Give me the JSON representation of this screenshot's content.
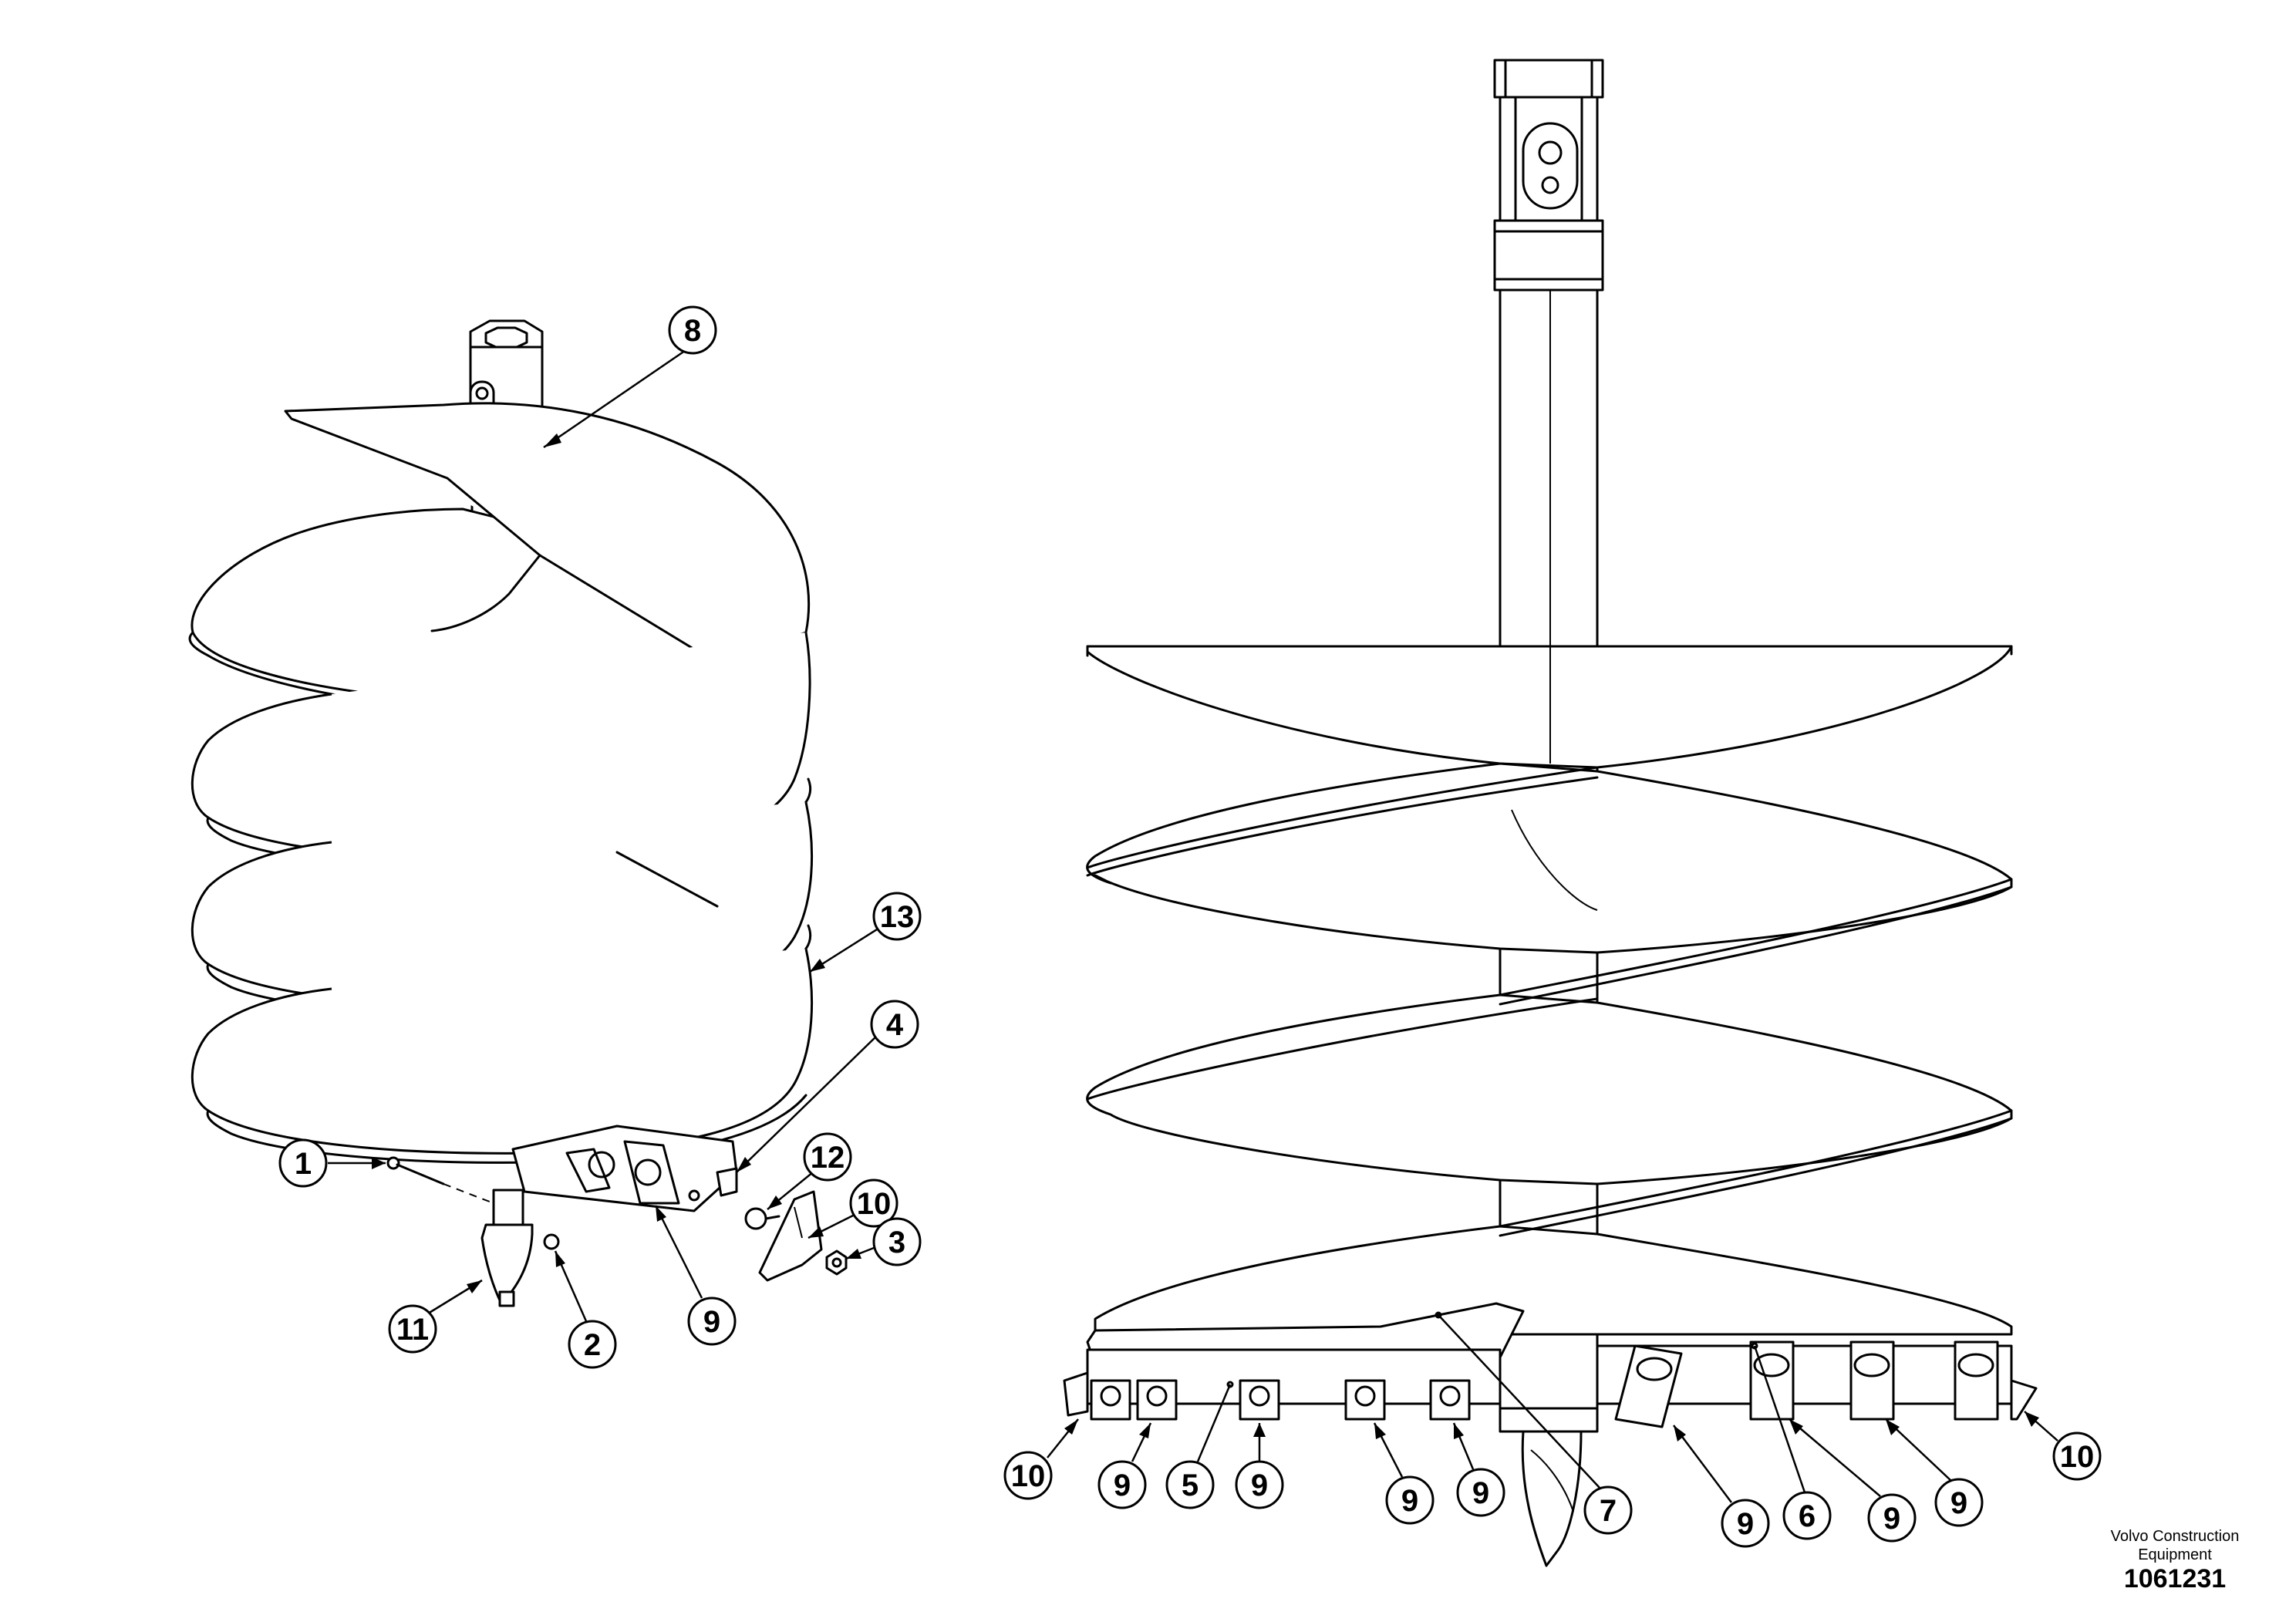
{
  "caption": {
    "company": "Volvo Construction Equipment",
    "drawing_number": "1061231"
  },
  "callouts": {
    "left": [
      {
        "label": "8"
      },
      {
        "label": "13"
      },
      {
        "label": "4"
      },
      {
        "label": "1"
      },
      {
        "label": "12"
      },
      {
        "label": "10"
      },
      {
        "label": "3"
      },
      {
        "label": "11"
      },
      {
        "label": "2"
      },
      {
        "label": "9"
      }
    ],
    "right": [
      {
        "label": "10"
      },
      {
        "label": "9"
      },
      {
        "label": "5"
      },
      {
        "label": "9"
      },
      {
        "label": "9"
      },
      {
        "label": "9"
      },
      {
        "label": "7"
      },
      {
        "label": "9"
      },
      {
        "label": "6"
      },
      {
        "label": "9"
      },
      {
        "label": "9"
      },
      {
        "label": "10"
      }
    ]
  }
}
